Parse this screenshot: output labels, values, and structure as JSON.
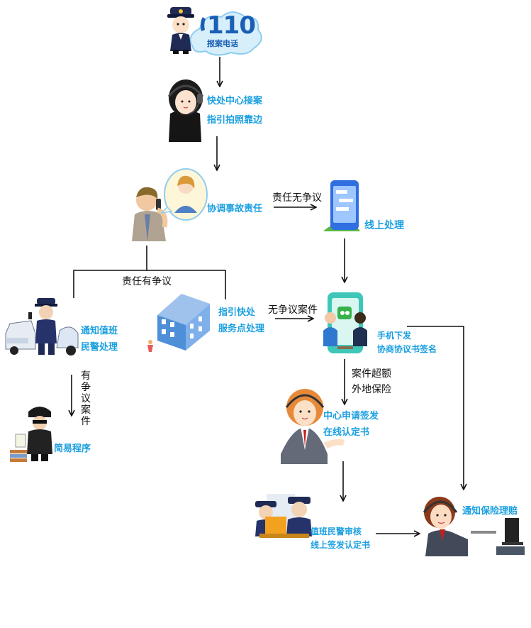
{
  "hotline": {
    "number": "110",
    "caption": "报案电话"
  },
  "nodes": {
    "center_receive": {
      "line1": "快处中心接案",
      "line2": "指引拍照靠边"
    },
    "coordinate": {
      "label": "协调事故责任"
    },
    "online": {
      "label": "线上处理"
    },
    "notify_police": {
      "line1": "通知值班",
      "line2": "民警处理"
    },
    "guide_service": {
      "line1": "指引快处",
      "line2": "服务点处理"
    },
    "phone_sign": {
      "line1": "手机下发",
      "line2": "协商协议书签名"
    },
    "simple_procedure": {
      "label": "简易程序"
    },
    "center_apply": {
      "line1": "中心申请签发",
      "line2": "在线认定书"
    },
    "police_review": {
      "line1": "值班民警审核",
      "line2": "线上签发认定书"
    },
    "notify_insurance": {
      "label": "通知保险理赔"
    }
  },
  "edges": {
    "no_dispute": "责任无争议",
    "has_dispute": "责任有争议",
    "no_dispute_case": "无争议案件",
    "disputed_case": "有争议案件",
    "over_amount_line1": "案件超额",
    "over_amount_line2": "外地保险"
  },
  "colors": {
    "label_blue": "#1a9fe0",
    "arrow": "#111111"
  }
}
